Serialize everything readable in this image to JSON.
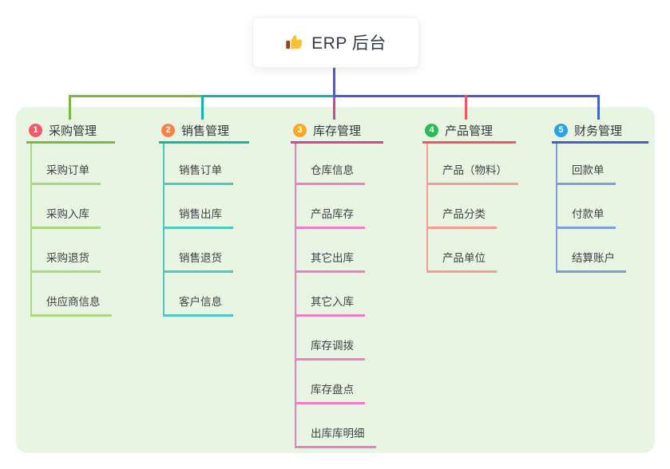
{
  "root": {
    "label": "ERP 后台",
    "icon": "thumbs-up-icon"
  },
  "palette": {
    "page_bg": "#ffffff",
    "container_bg": "#e9f5e3",
    "root_connector": "#4a5cd1",
    "right_bus": "#4a5cd1",
    "thumb_gold": "#fac036",
    "thumb_cuff": "#8a4b20"
  },
  "branches": [
    {
      "num": "1",
      "title": "采购管理",
      "badge_color": "#ee5a6e",
      "line_color": "#7cb93f",
      "child_line_color": "#a9d87f",
      "children": [
        "采购订单",
        "采购入库",
        "采购退货",
        "供应商信息"
      ]
    },
    {
      "num": "2",
      "title": "销售管理",
      "badge_color": "#f8824a",
      "line_color": "#12b5ae",
      "child_line_color": "#4cc8bf",
      "children": [
        "销售订单",
        "销售出库",
        "销售退货",
        "客户信息"
      ]
    },
    {
      "num": "3",
      "title": "库存管理",
      "badge_color": "#f9a825",
      "line_color": "#d8409f",
      "child_line_color": "#f07ec2",
      "children": [
        "仓库信息",
        "产品库存",
        "其它出库",
        "其它入库",
        "库存调拨",
        "库存盘点",
        "出库库明细"
      ]
    },
    {
      "num": "4",
      "title": "产品管理",
      "badge_color": "#2eb857",
      "line_color": "#f2555e",
      "child_line_color": "#f79b93",
      "children": [
        "产品（物料）",
        "产品分类",
        "产品单位"
      ]
    },
    {
      "num": "5",
      "title": "财务管理",
      "badge_color": "#29a3e3",
      "line_color": "#3e63c8",
      "child_line_color": "#7f9bd8",
      "children": [
        "回款单",
        "付款单",
        "结算账户"
      ]
    }
  ]
}
